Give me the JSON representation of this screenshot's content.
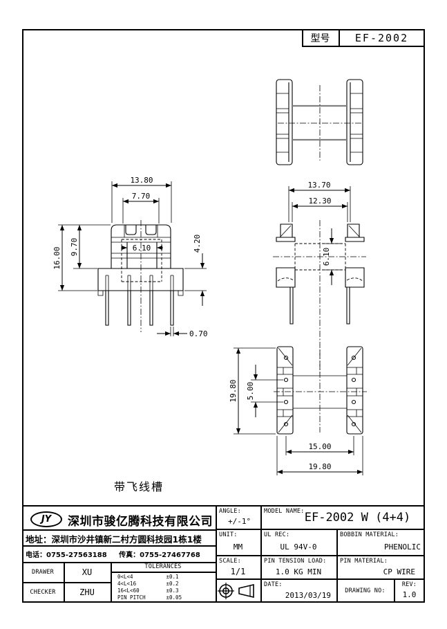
{
  "model_box": {
    "label": "型号",
    "value": "EF-2002"
  },
  "note": "带飞线槽",
  "dims": {
    "front": {
      "overall_width": "13.80",
      "window_width": "7.70",
      "upper_height": "9.70",
      "total_height": "16.00",
      "core_width": "6.10",
      "base_height": "4.20",
      "pin_width": "0.70"
    },
    "side": {
      "overall_width": "13.70",
      "inner_width": "12.30",
      "core_height": "6.10"
    },
    "bottom": {
      "flange_length": "19.80",
      "pin_pitch": "5.00",
      "row_pitch": "15.00",
      "overall_width": "19.80"
    }
  },
  "title_block": {
    "logo": "JY",
    "company": "深圳市骏亿腾科技有限公司",
    "address": "地址：深圳市沙井镇新二村方圆科技园1栋1楼",
    "phone": "电话：0755-27563188",
    "fax": "传真：0755-27467768",
    "drawer_label": "DRAWER",
    "drawer": "XU",
    "checker_label": "CHECKER",
    "checker": "ZHU",
    "tolerances_title": "TOLERANCES",
    "tolerances": [
      {
        "range": "0<L<4",
        "value": "±0.1"
      },
      {
        "range": "4<L<16",
        "value": "±0.2"
      },
      {
        "range": "16<L<60",
        "value": "±0.3"
      },
      {
        "range": "PIN PITCH",
        "value": "±0.05"
      }
    ],
    "angle_label": "ANGLE:",
    "angle": "+/-1°",
    "model_name_label": "MODEL NAME:",
    "model_name": "EF-2002 W (4+4)",
    "unit_label": "UNIT:",
    "unit": "MM",
    "ul_label": "UL REC:",
    "ul": "UL 94V-0",
    "bobbin_material_label": "BOBBIN MATERIAL:",
    "bobbin_material": "PHENOLIC",
    "scale_label": "SCALE:",
    "scale": "1/1",
    "pin_tension_label": "PIN TENSION LOAD:",
    "pin_tension": "1.0 KG MIN",
    "pin_material_label": "PIN MATERIAL:",
    "pin_material": "CP WIRE",
    "date_label": "DATE:",
    "date": "2013/03/19",
    "drawing_no_label": "DRAWING NO:",
    "rev_label": "REV:",
    "rev": "1.0"
  },
  "colors": {
    "line": "#000000",
    "tube_line": "#808080",
    "background": "#ffffff"
  }
}
